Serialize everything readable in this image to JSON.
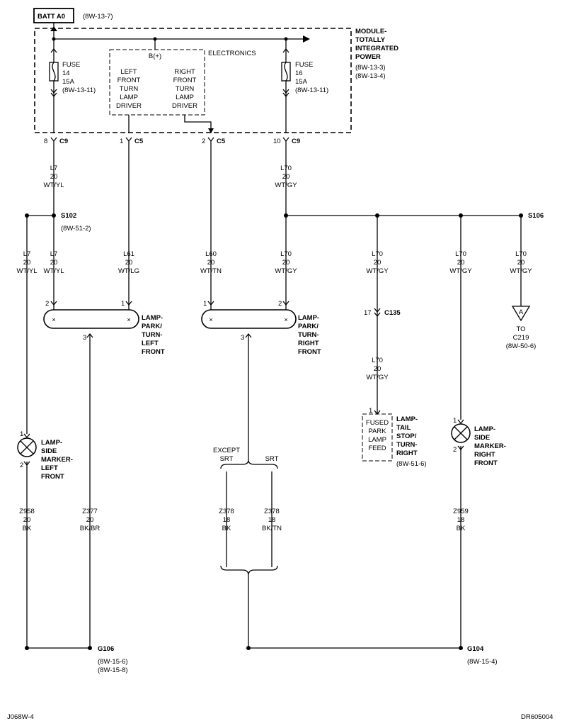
{
  "batt": {
    "label": "BATT A0",
    "ref": "(8W-13-7)"
  },
  "module": {
    "l1": "MODULE-",
    "l2": "TOTALLY",
    "l3": "INTEGRATED",
    "l4": "POWER",
    "r1": "(8W-13-3)",
    "r2": "(8W-13-4)"
  },
  "fuse14": {
    "l1": "FUSE",
    "l2": "14",
    "l3": "15A",
    "l4": "(8W-13-11)"
  },
  "fuse16": {
    "l1": "FUSE",
    "l2": "16",
    "l3": "15A",
    "l4": "(8W-13-11)"
  },
  "electronics": {
    "label": "ELECTRONICS",
    "bplus": "B(+)"
  },
  "left_driver": [
    "LEFT",
    "FRONT",
    "TURN",
    "LAMP",
    "DRIVER"
  ],
  "right_driver": [
    "RIGHT",
    "FRONT",
    "TURN",
    "LAMP",
    "DRIVER"
  ],
  "pins": {
    "c9a": "8",
    "c9a_name": "C9",
    "c5a": "1",
    "c5a_name": "C5",
    "c5b": "2",
    "c5b_name": "C5",
    "c9b": "10",
    "c9b_name": "C9"
  },
  "wires": {
    "l7_top": [
      "L7",
      "20",
      "WT/YL"
    ],
    "l70_top": [
      "L70",
      "20",
      "WT/GY"
    ],
    "l7_a": [
      "L7",
      "20",
      "WT/YL"
    ],
    "l7_b": [
      "L7",
      "20",
      "WT/YL"
    ],
    "l61": [
      "L61",
      "20",
      "WT/LG"
    ],
    "l60": [
      "L60",
      "20",
      "WT/TN"
    ],
    "l70_a": [
      "L70",
      "20",
      "WT/GY"
    ],
    "l70_b": [
      "L70",
      "20",
      "WT/GY"
    ],
    "l70_c": [
      "L70",
      "20",
      "WT/GY"
    ],
    "l70_d": [
      "L70",
      "20",
      "WT/GY"
    ],
    "l70_e": [
      "L70",
      "20",
      "WT/GY"
    ],
    "z958": [
      "Z958",
      "20",
      "BK"
    ],
    "z377": [
      "Z377",
      "20",
      "BK/BR"
    ],
    "z378a": [
      "Z378",
      "18",
      "BK"
    ],
    "z378b": [
      "Z378",
      "18",
      "BK/TN"
    ],
    "z959": [
      "Z959",
      "18",
      "BK"
    ]
  },
  "splices": {
    "s102": "S102",
    "s102_ref": "(8W-51-2)",
    "s106": "S106"
  },
  "lamp_pl": {
    "p2": "2",
    "p1": "1",
    "p3": "3",
    "l1": "LAMP-",
    "l2": "PARK/",
    "l3": "TURN-",
    "l4": "LEFT",
    "l5": "FRONT",
    "x": "×"
  },
  "lamp_pr": {
    "p1": "1",
    "p2": "2",
    "p3": "3",
    "l1": "LAMP-",
    "l2": "PARK/",
    "l3": "TURN-",
    "l4": "RIGHT",
    "l5": "FRONT",
    "x": "×"
  },
  "c135": {
    "pin": "17",
    "name": "C135"
  },
  "to_c219": {
    "letter": "A",
    "to": "TO",
    "name": "C219",
    "ref": "(8W-50-6)"
  },
  "tail": {
    "pin": "1",
    "box": [
      "FUSED",
      "PARK",
      "LAMP",
      "FEED"
    ],
    "l1": "LAMP-",
    "l2": "TAIL",
    "l3": "STOP/",
    "l4": "TURN-",
    "l5": "RIGHT",
    "ref": "(8W-51-6)"
  },
  "marker_l": {
    "p1": "1",
    "p2": "2",
    "l1": "LAMP-",
    "l2": "SIDE",
    "l3": "MARKER-",
    "l4": "LEFT",
    "l5": "FRONT"
  },
  "marker_r": {
    "p1": "1",
    "p2": "2",
    "l1": "LAMP-",
    "l2": "SIDE",
    "l3": "MARKER-",
    "l4": "RIGHT",
    "l5": "FRONT"
  },
  "variants": {
    "except": "EXCEPT",
    "srt1": "SRT",
    "srt2": "SRT"
  },
  "g106": {
    "name": "G106",
    "r1": "(8W-15-6)",
    "r2": "(8W-15-8)"
  },
  "g104": {
    "name": "G104",
    "r1": "(8W-15-4)"
  },
  "footer": {
    "left": "J068W-4",
    "right": "DR605004"
  }
}
